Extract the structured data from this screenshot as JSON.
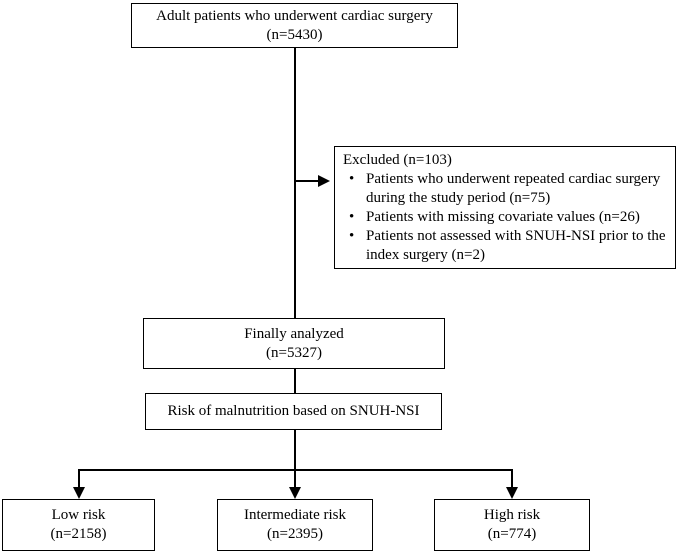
{
  "top_box": {
    "line1": "Adult patients who underwent cardiac surgery",
    "line2": "(n=5430)"
  },
  "excluded": {
    "title": "Excluded (n=103)",
    "items": [
      {
        "bullet": "•",
        "text": "Patients who underwent repeated cardiac surgery during the study period (n=75)"
      },
      {
        "bullet": "•",
        "text": "Patients with missing covariate values (n=26)"
      },
      {
        "bullet": "•",
        "text": "Patients not assessed with SNUH-NSI prior to the index surgery (n=2)"
      }
    ]
  },
  "analyzed_box": {
    "line1": "Finally analyzed",
    "line2": "(n=5327)"
  },
  "risk_box": {
    "label": "Risk of malnutrition based on SNUH-NSI"
  },
  "groups": [
    {
      "name": "Low risk",
      "n": "(n=2158)"
    },
    {
      "name": "Intermediate risk",
      "n": "(n=2395)"
    },
    {
      "name": "High risk",
      "n": "(n=774)"
    }
  ]
}
